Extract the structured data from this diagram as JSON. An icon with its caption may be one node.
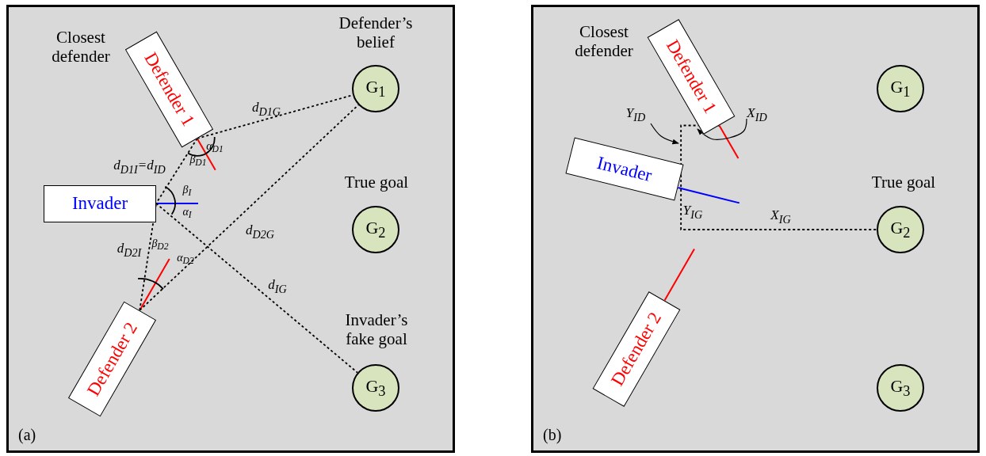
{
  "diagram": {
    "nodes": [
      {
        "text": [
          "(a)"
        ]
      },
      {
        "text": [
          "Defender 1"
        ],
        "in": 0,
        "beside": [
          "Closest defender",
          "α$_{D1}$",
          "β$_{D1}$"
        ]
      },
      {
        "text": [
          "Invader"
        ],
        "in": 0,
        "beside": [
          "β$_{I}$",
          "α$_{I}$"
        ]
      },
      {
        "text": [
          "Defender 2"
        ],
        "in": 0,
        "beside": [
          "β$_{D2}$",
          "α$_{D2}$"
        ]
      },
      {
        "text": [
          "G$_{1}$"
        ],
        "in": 0,
        "beside": [
          "Defender’s belief"
        ]
      },
      {
        "text": [
          "G$_{2}$"
        ],
        "in": 0,
        "beside": [
          "True goal"
        ]
      },
      {
        "text": [
          "G$_{3}$"
        ],
        "in": 0,
        "beside": [
          "Invader’s fake goal"
        ]
      },
      {
        "text": [
          "(b)"
        ]
      },
      {
        "text": [
          "Defender 1"
        ],
        "in": 7,
        "beside": [
          "Closest defender"
        ]
      },
      {
        "text": [
          "Invader"
        ],
        "in": 7
      },
      {
        "text": [
          "Defender 2"
        ],
        "in": 7
      },
      {
        "text": [
          "G$_{1}$"
        ],
        "in": 7
      },
      {
        "text": [
          "G$_{2}$"
        ],
        "in": 7,
        "beside": [
          "True goal"
        ]
      },
      {
        "text": [
          "G$_{3}$"
        ],
        "in": 7
      }
    ],
    "edges": [
      {
        "from": 1,
        "to": 4,
        "arrow": "none",
        "label": "d$_{D1G}$",
        "style": "dashed"
      },
      {
        "from": 1,
        "to": 2,
        "arrow": "none",
        "label": "d$_{D1I}$=d$_{ID}$",
        "style": "dashed"
      },
      {
        "from": 3,
        "to": 2,
        "arrow": "none",
        "label": "d$_{D2I}$",
        "style": "dashed"
      },
      {
        "from": 3,
        "to": 4,
        "arrow": "none",
        "label": "d$_{D2G}$",
        "style": "dashed"
      },
      {
        "from": 2,
        "to": 6,
        "arrow": "none",
        "label": "d$_{IG}$",
        "style": "dashed"
      },
      {
        "from": 9,
        "to": 8,
        "arrow": "none",
        "style": "dashed"
      },
      {
        "from": 9,
        "to": 12,
        "arrow": "none",
        "style": "dashed"
      }
    ],
    "labels": [
      "Y$_{ID}$",
      "X$_{ID}$",
      "Y$_{IG}$",
      "X$_{IG}$"
    ]
  }
}
